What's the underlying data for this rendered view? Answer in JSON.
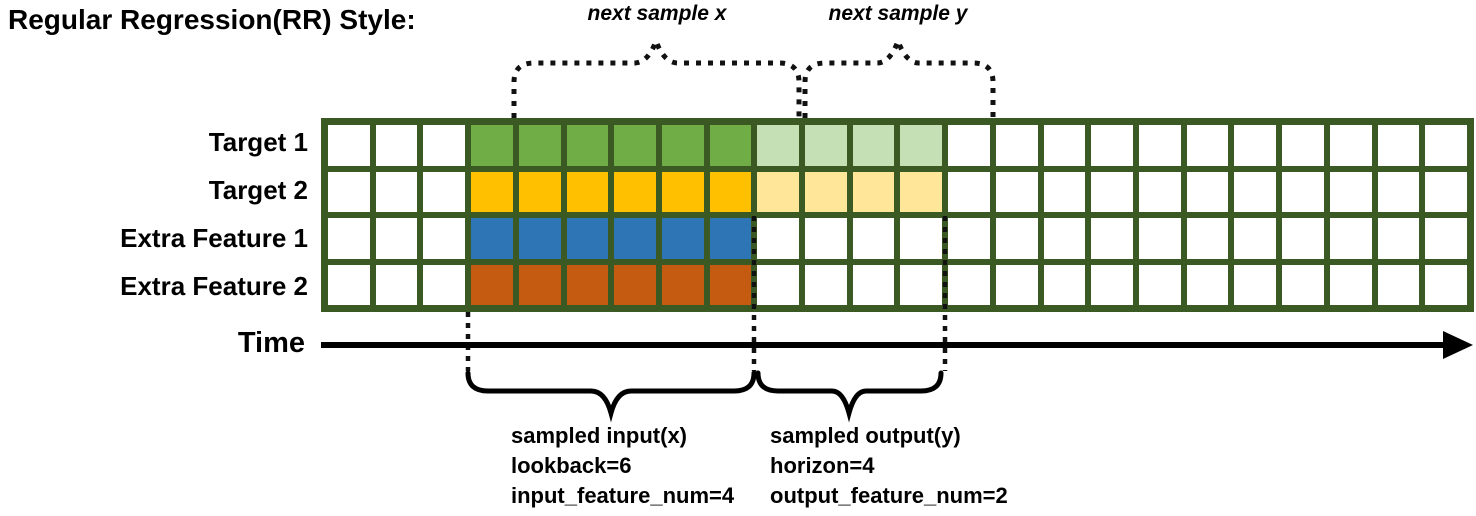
{
  "title": "Regular Regression(RR) Style:",
  "top_annotations": {
    "next_sample_x": "next sample x",
    "next_sample_y": "next sample y"
  },
  "rows": [
    {
      "label": "Target 1",
      "solid_color": "#70AD47",
      "light_color": "#C5E0B4"
    },
    {
      "label": "Target 2",
      "solid_color": "#FFC000",
      "light_color": "#FFE699"
    },
    {
      "label": "Extra Feature 1",
      "solid_color": "#2E75B6",
      "light_color": null
    },
    {
      "label": "Extra Feature 2",
      "solid_color": "#C55A11",
      "light_color": null
    }
  ],
  "grid": {
    "total_columns": 24,
    "lead_empty_columns": 3,
    "input_columns": 6,
    "output_columns": 4,
    "border_color": "#3B5A23",
    "empty_cell_color": "#ffffff"
  },
  "time_axis": {
    "label": "Time",
    "color": "#000000"
  },
  "input_annotation": {
    "lines": [
      "sampled input(x)",
      "lookback=6",
      "input_feature_num=4"
    ]
  },
  "output_annotation": {
    "lines": [
      "sampled output(y)",
      "horizon=4",
      "output_feature_num=2"
    ]
  }
}
